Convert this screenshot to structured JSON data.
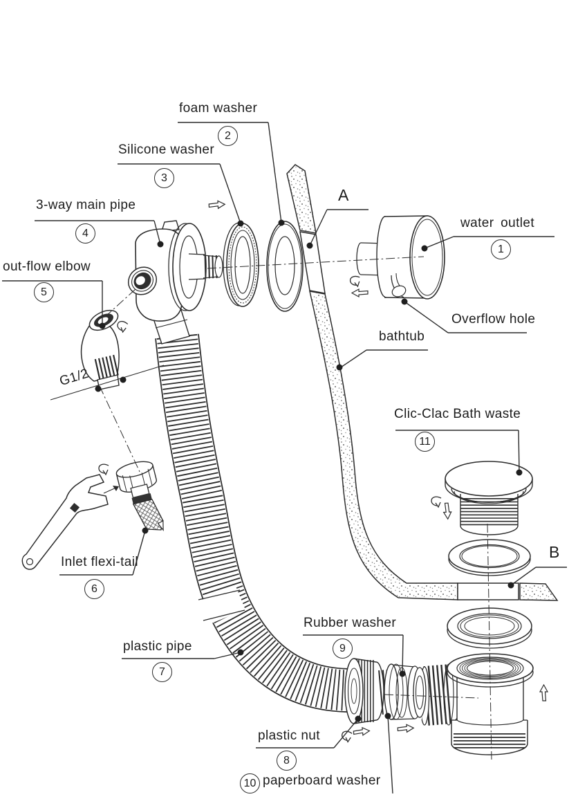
{
  "diagram": {
    "type": "exploded-assembly-diagram",
    "subject": "Bathtub Clic-Clac waste and overflow fitting kit",
    "colors": {
      "ink": "#2b2b2b",
      "background": "#ffffff"
    },
    "labels": {
      "water_outlet": {
        "num": "1",
        "text": "water outlet"
      },
      "foam_washer": {
        "num": "2",
        "text": "foam washer"
      },
      "silicone_washer": {
        "num": "3",
        "text": "Silicone washer"
      },
      "three_way_main_pipe": {
        "num": "4",
        "text": "3-way main pipe"
      },
      "out_flow_elbow": {
        "num": "5",
        "text": "out-flow elbow"
      },
      "inlet_flexi_tail": {
        "num": "6",
        "text": "Inlet flexi-tail"
      },
      "plastic_pipe": {
        "num": "7",
        "text": "plastic pipe"
      },
      "plastic_nut": {
        "num": "8",
        "text": "plastic nut"
      },
      "rubber_washer": {
        "num": "9",
        "text": "Rubber washer"
      },
      "paperboard_washer": {
        "num": "10",
        "text": "paperboard washer"
      },
      "clic_clac_bath_waste": {
        "num": "11",
        "text": "Clic-Clac Bath waste"
      },
      "overflow_hole": {
        "text": "Overflow hole"
      },
      "bathtub": {
        "text": "bathtub"
      },
      "thread_size": {
        "text": "G1/2"
      },
      "section_a": {
        "text": "A"
      },
      "section_b": {
        "text": "B"
      }
    }
  }
}
